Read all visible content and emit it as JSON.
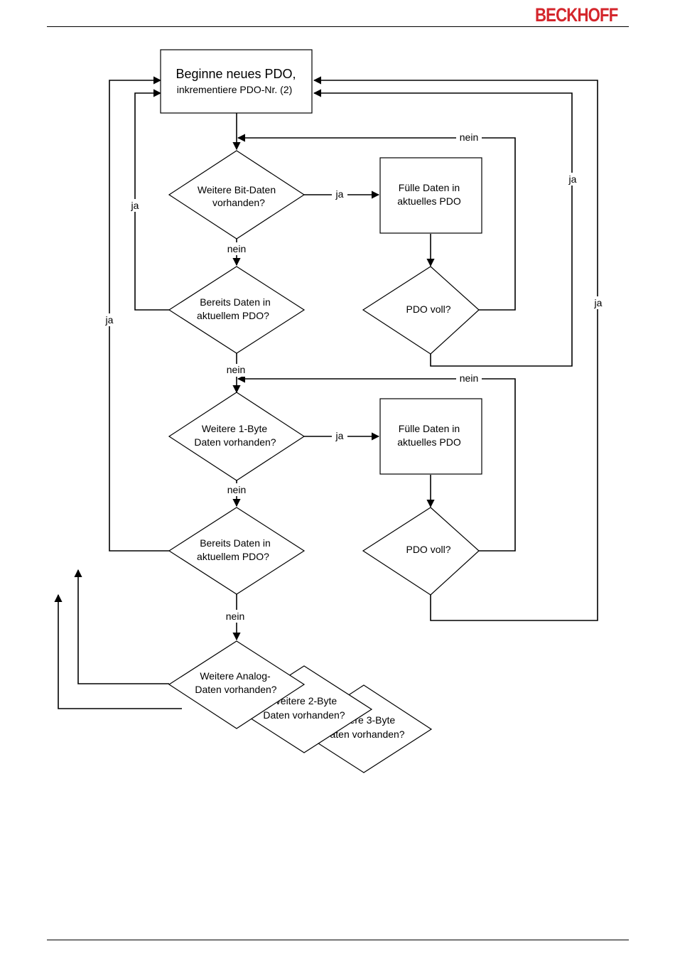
{
  "header": {
    "logo_text": "BECKHOFF",
    "logo_color": "#d4262c"
  },
  "flowchart": {
    "start_box": {
      "line1": "Beginne neues PDO,",
      "line2": "inkrementiere PDO-Nr. (2)"
    },
    "bit_section": {
      "question": [
        "Weitere Bit-Daten",
        "vorhanden?"
      ],
      "fill_box": [
        "Fülle Daten in",
        "aktuelles PDO"
      ],
      "pdo_full": "PDO voll?",
      "already_data": [
        "Bereits Daten in",
        "aktuellem PDO?"
      ]
    },
    "byte1_section": {
      "question": [
        "Weitere 1-Byte",
        "Daten vorhanden?"
      ],
      "fill_box": [
        "Fülle Daten in",
        "aktuelles PDO"
      ],
      "pdo_full": "PDO voll?",
      "already_data": [
        "Bereits Daten in",
        "aktuellem PDO?"
      ]
    },
    "stacked_questions": {
      "analog": [
        "Weitere Analog-",
        "Daten vorhanden?"
      ],
      "byte2": [
        "Weitere 2-Byte",
        "Daten vorhanden?"
      ],
      "byte3": [
        "Weitere 3-Byte",
        "Daten vorhanden?"
      ]
    },
    "labels": {
      "yes": "ja",
      "no": "nein"
    }
  }
}
